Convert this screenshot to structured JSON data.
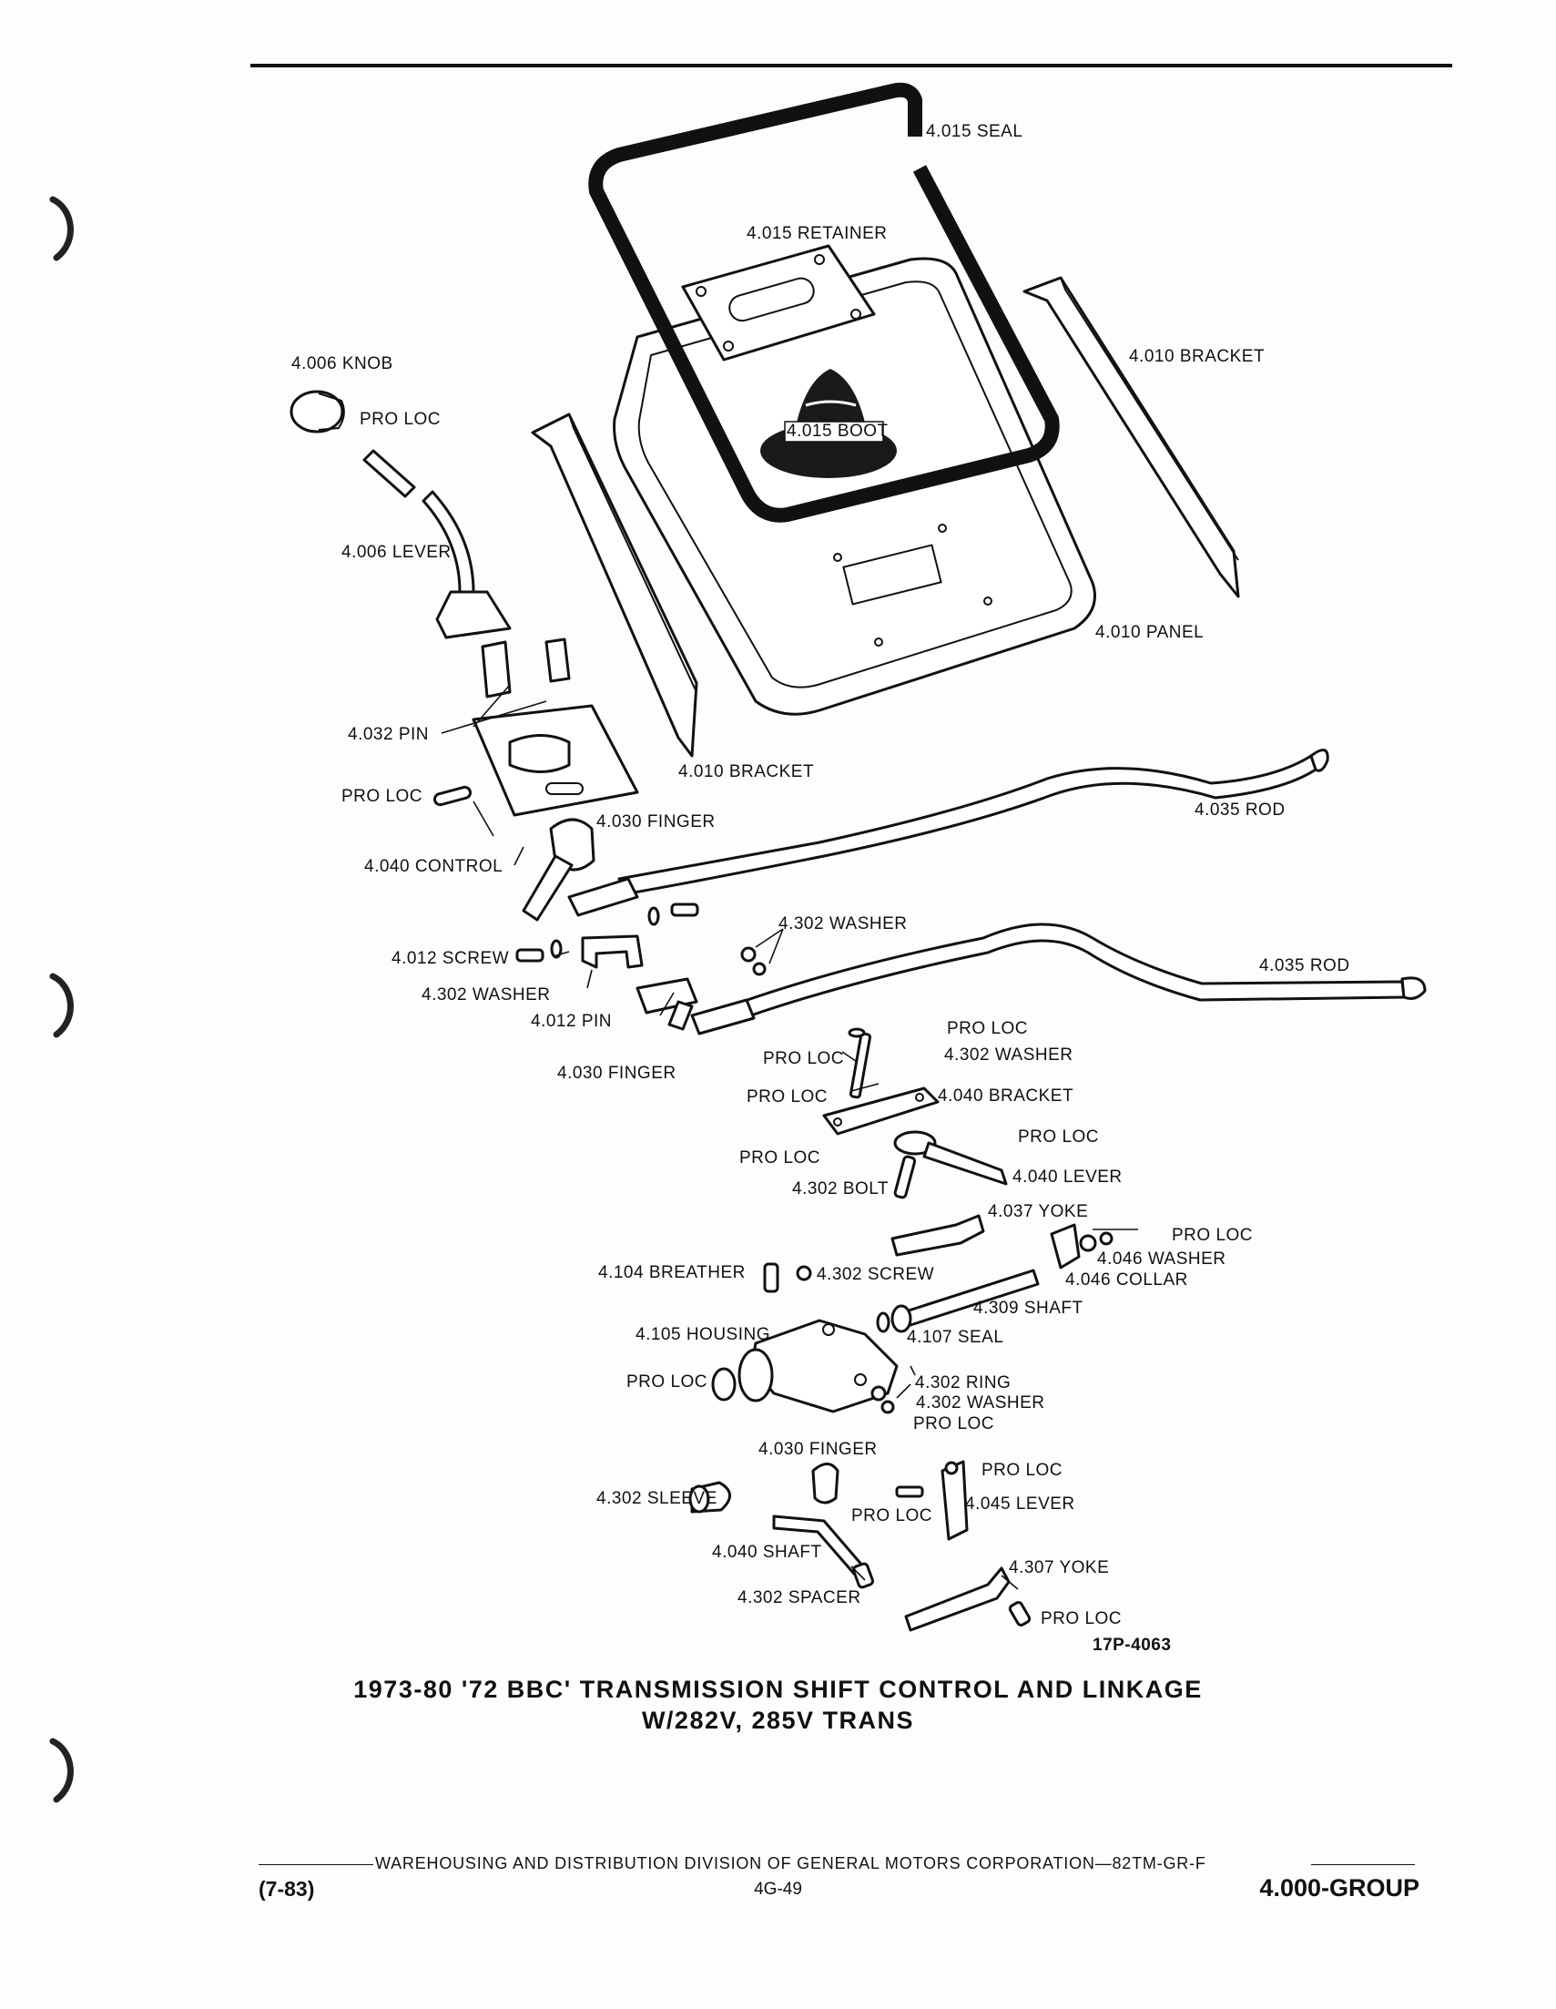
{
  "labels": {
    "seal": "4.015 SEAL",
    "retainer": "4.015 RETAINER",
    "knob": "4.006 KNOB",
    "pro_loc_knob": "PRO LOC",
    "boot": "4.015 BOOT",
    "bracket_right": "4.010 BRACKET",
    "lever_upper": "4.006 LEVER",
    "panel": "4.010 PANEL",
    "pin": "4.032 PIN",
    "bracket_left": "4.010 BRACKET",
    "pro_loc_control": "PRO LOC",
    "rod_upper": "4.035 ROD",
    "finger_upper": "4.030 FINGER",
    "control": "4.040 CONTROL",
    "washer_pair": "4.302 WASHER",
    "screw": "4.012 SCREW",
    "rod_lower": "4.035 ROD",
    "washer_left": "4.302 WASHER",
    "pin_012": "4.012 PIN",
    "pro_loc_a": "PRO LOC",
    "washer_b": "4.302 WASHER",
    "pro_loc_rod": "PRO LOC",
    "finger_lower": "4.030 FINGER",
    "pro_loc_b": "PRO LOC",
    "bracket_040": "4.040 BRACKET",
    "pro_loc_c": "PRO LOC",
    "pro_loc_d": "PRO LOC",
    "lever_040": "4.040 LEVER",
    "bolt": "4.302 BOLT",
    "yoke_037": "4.037 YOKE",
    "pro_loc_e": "PRO LOC",
    "breather": "4.104 BREATHER",
    "screw_302": "4.302 SCREW",
    "washer_046": "4.046 WASHER",
    "collar": "4.046 COLLAR",
    "shaft_309": "4.309 SHAFT",
    "housing": "4.105 HOUSING",
    "seal_107": "4.107 SEAL",
    "pro_loc_f": "PRO LOC",
    "ring": "4.302 RING",
    "washer_c": "4.302 WASHER",
    "pro_loc_g": "PRO LOC",
    "finger_bottom": "4.030 FINGER",
    "pro_loc_h": "PRO LOC",
    "sleeve": "4.302 SLEEVE",
    "pro_loc_i": "PRO LOC",
    "lever_045": "4.045 LEVER",
    "shaft_040": "4.040 SHAFT",
    "yoke_307": "4.307 YOKE",
    "spacer": "4.302 SPACER",
    "pro_loc_j": "PRO LOC",
    "drawing_no": "17P-4063"
  },
  "caption": {
    "line1": "1973-80 '72 BBC' TRANSMISSION SHIFT CONTROL AND LINKAGE",
    "line2": "W/282V, 285V TRANS"
  },
  "footer": {
    "center": "WAREHOUSING AND DISTRIBUTION  DIVISION OF GENERAL MOTORS CORPORATION—82TM-GR-F",
    "date": "(7-83)",
    "page": "4G-49",
    "group": "4.000-GROUP"
  }
}
